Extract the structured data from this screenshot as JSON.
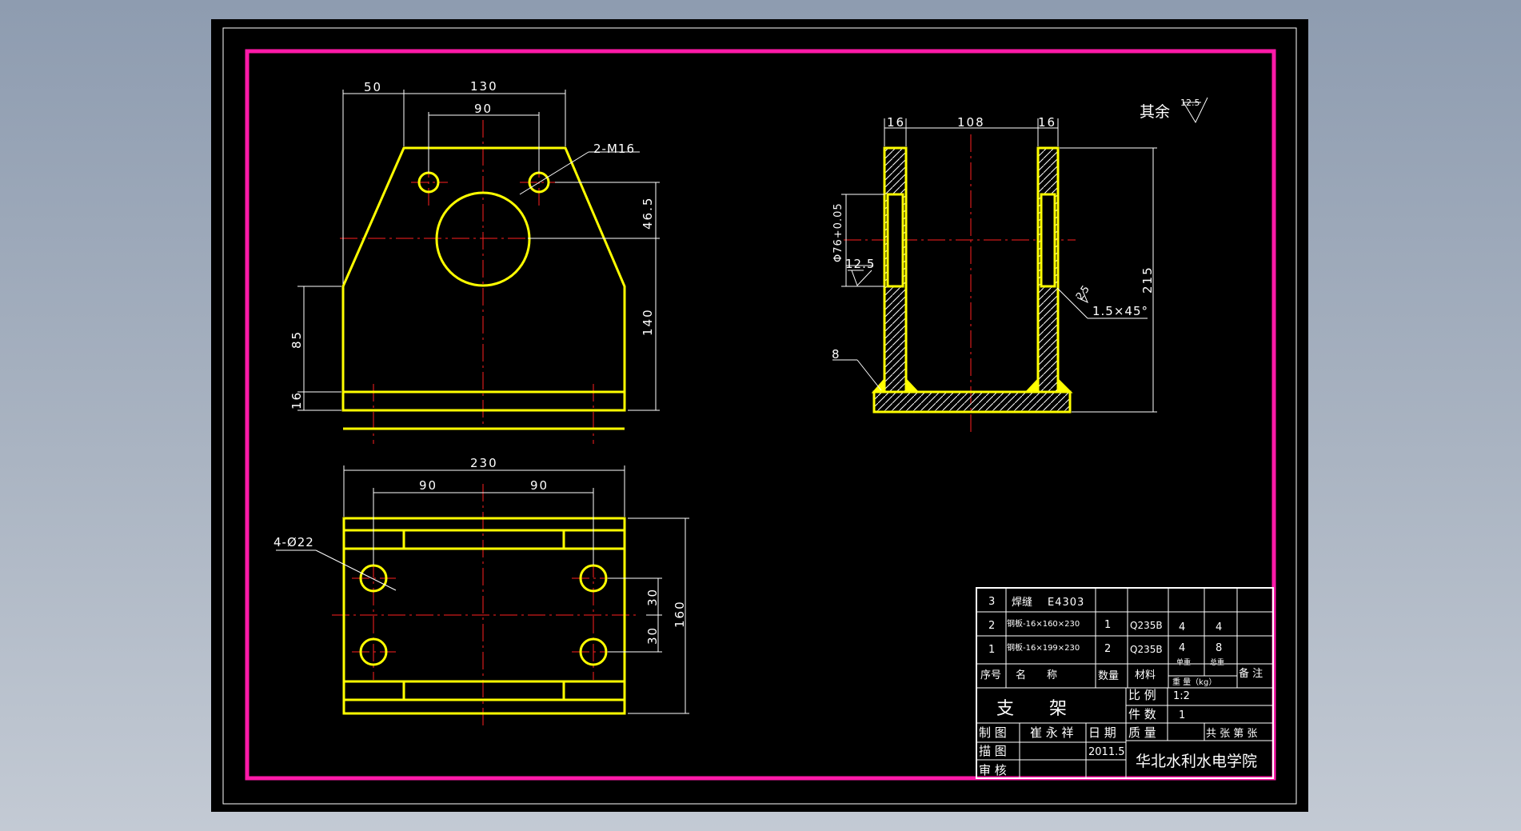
{
  "colors": {
    "viewport_bg": "#8e9cb0",
    "sheet": "#000000",
    "frame": "#ff1aa8",
    "part": "#ffff00",
    "center_line": "#ff2020",
    "dimension": "#ffffff"
  },
  "front_view": {
    "dims": [
      "50",
      "130",
      "90",
      "2-M16",
      "46.5",
      "140",
      "85",
      "16"
    ]
  },
  "top_view": {
    "dims": [
      "230",
      "90",
      "90",
      "4-Ø22",
      "30",
      "30",
      "160"
    ]
  },
  "side_view": {
    "dims": [
      "16",
      "108",
      "16",
      "Φ76+0.05",
      "12.5",
      "8",
      "215",
      "25",
      "1.5×45°"
    ],
    "roughness_note": "其余",
    "roughness_value": "12.5"
  },
  "parts_list": {
    "rows": [
      {
        "no": "3",
        "name": "焊缝",
        "spec": "E4303",
        "qty": "",
        "material": "",
        "unit_w": "",
        "total_w": ""
      },
      {
        "no": "2",
        "name": "钢板-16×160×230",
        "spec": "",
        "qty": "1",
        "material": "Q235B",
        "unit_w": "4",
        "total_w": "4"
      },
      {
        "no": "1",
        "name": "钢板-16×199×230",
        "spec": "",
        "qty": "2",
        "material": "Q235B",
        "unit_w": "4",
        "total_w": "8"
      }
    ],
    "header": {
      "no": "序号",
      "name": "名　　称",
      "qty": "数量",
      "material": "材料",
      "unit_w": "单重",
      "total_w": "总重",
      "weight": "重 量（kg）",
      "remarks": "备 注"
    }
  },
  "title_block": {
    "part_name": "支　　架",
    "scale_label": "比 例",
    "scale": "1:2",
    "count_label": "件 数",
    "count": "1",
    "drawn_label": "制 图",
    "drawn_by": "崔 永 祥",
    "date_label": "日 期",
    "date": "2011.5",
    "mass_label": "质 量",
    "sheets_label": "共 张 第 张",
    "traced_label": "描 图",
    "checked_label": "审 核",
    "institution": "华北水利水电学院"
  }
}
